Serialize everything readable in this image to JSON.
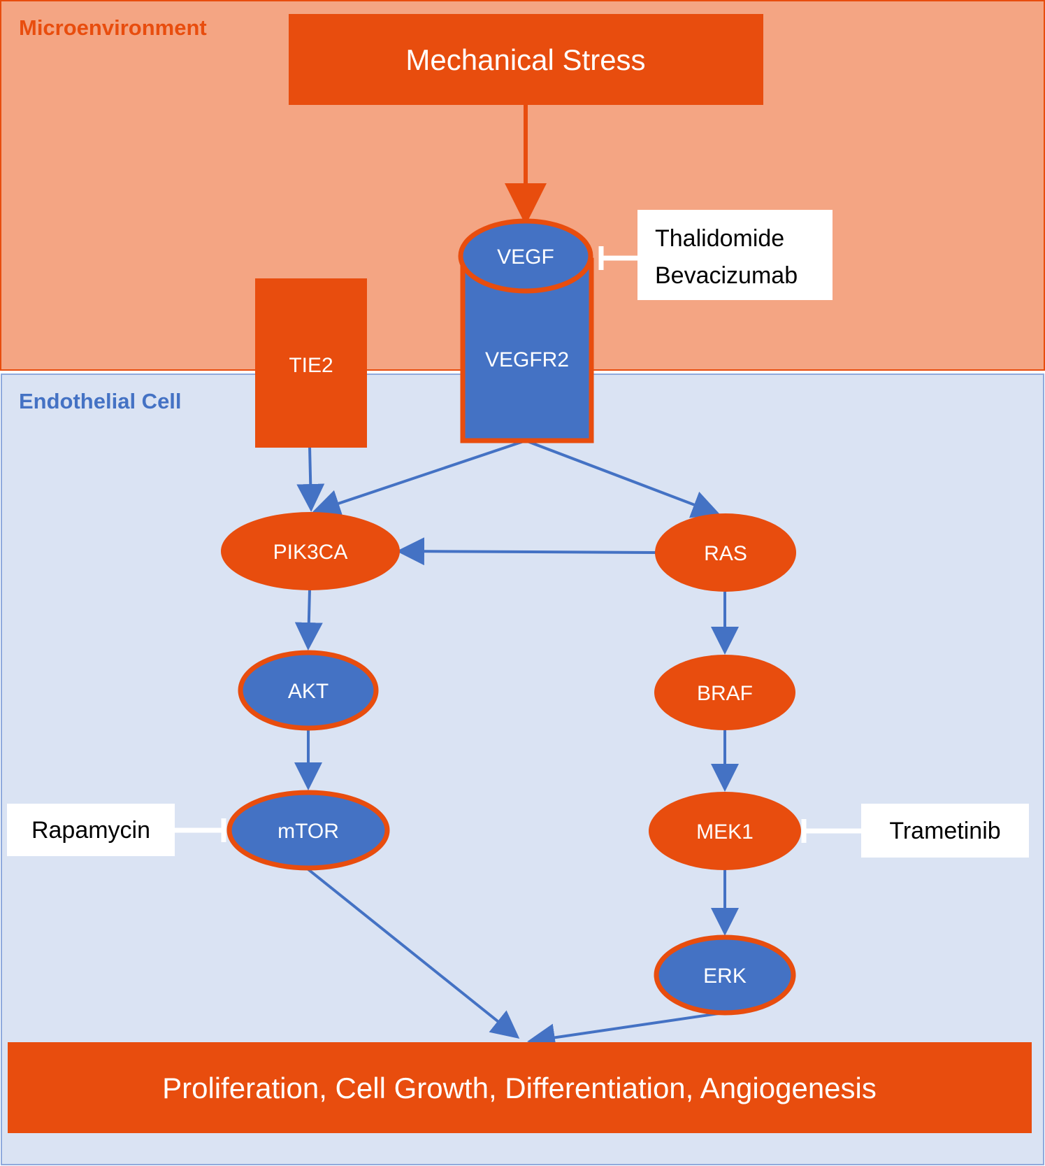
{
  "colors": {
    "orange": "#e84d0e",
    "microenvironment_bg": "#f4a583",
    "cell_bg": "#dae3f3",
    "cell_border": "#8faadc",
    "blue": "#4472c4",
    "arrow_blue": "#4472c4",
    "white": "#ffffff"
  },
  "regions": {
    "microenvironment": {
      "label": "Microenvironment"
    },
    "endothelial_cell": {
      "label": "Endothelial Cell"
    }
  },
  "nodes": {
    "mechanical_stress": {
      "label": "Mechanical Stress",
      "shape": "rectangle",
      "style": "orange"
    },
    "vegf": {
      "label": "VEGF",
      "shape": "ellipse",
      "style": "blue-orange-outline"
    },
    "vegfr2": {
      "label": "VEGFR2",
      "shape": "receptor",
      "style": "blue-orange-outline"
    },
    "tie2": {
      "label": "TIE2",
      "shape": "rectangle",
      "style": "orange"
    },
    "pik3ca": {
      "label": "PIK3CA",
      "shape": "ellipse",
      "style": "orange"
    },
    "ras": {
      "label": "RAS",
      "shape": "ellipse",
      "style": "orange"
    },
    "akt": {
      "label": "AKT",
      "shape": "ellipse",
      "style": "blue-orange-outline"
    },
    "braf": {
      "label": "BRAF",
      "shape": "ellipse",
      "style": "orange"
    },
    "mtor": {
      "label": "mTOR",
      "shape": "ellipse",
      "style": "blue-orange-outline"
    },
    "mek1": {
      "label": "MEK1",
      "shape": "ellipse",
      "style": "orange"
    },
    "erk": {
      "label": "ERK",
      "shape": "ellipse",
      "style": "blue-orange-outline"
    },
    "outcome": {
      "label": "Proliferation, Cell Growth, Differentiation, Angiogenesis",
      "shape": "rectangle",
      "style": "orange"
    }
  },
  "drugs": {
    "vegf_inhibitors": {
      "lines": [
        "Thalidomide",
        "Bevacizumab"
      ],
      "target": "vegf"
    },
    "rapamycin": {
      "label": "Rapamycin",
      "target": "mtor"
    },
    "trametinib": {
      "label": "Trametinib",
      "target": "mek1"
    }
  },
  "edges": [
    {
      "from": "mechanical_stress",
      "to": "vegf",
      "type": "activation",
      "color": "orange"
    },
    {
      "from": "tie2",
      "to": "pik3ca",
      "type": "activation",
      "color": "blue"
    },
    {
      "from": "vegfr2",
      "to": "pik3ca",
      "type": "activation",
      "color": "blue"
    },
    {
      "from": "vegfr2",
      "to": "ras",
      "type": "activation",
      "color": "blue"
    },
    {
      "from": "ras",
      "to": "pik3ca",
      "type": "activation",
      "color": "blue"
    },
    {
      "from": "pik3ca",
      "to": "akt",
      "type": "activation",
      "color": "blue"
    },
    {
      "from": "akt",
      "to": "mtor",
      "type": "activation",
      "color": "blue"
    },
    {
      "from": "ras",
      "to": "braf",
      "type": "activation",
      "color": "blue"
    },
    {
      "from": "braf",
      "to": "mek1",
      "type": "activation",
      "color": "blue"
    },
    {
      "from": "mek1",
      "to": "erk",
      "type": "activation",
      "color": "blue"
    },
    {
      "from": "mtor",
      "to": "outcome",
      "type": "activation",
      "color": "blue"
    },
    {
      "from": "erk",
      "to": "outcome",
      "type": "activation",
      "color": "blue"
    },
    {
      "from": "vegf_inhibitors",
      "to": "vegf",
      "type": "inhibition",
      "color": "white"
    },
    {
      "from": "rapamycin",
      "to": "mtor",
      "type": "inhibition",
      "color": "white"
    },
    {
      "from": "trametinib",
      "to": "mek1",
      "type": "inhibition",
      "color": "white"
    }
  ]
}
